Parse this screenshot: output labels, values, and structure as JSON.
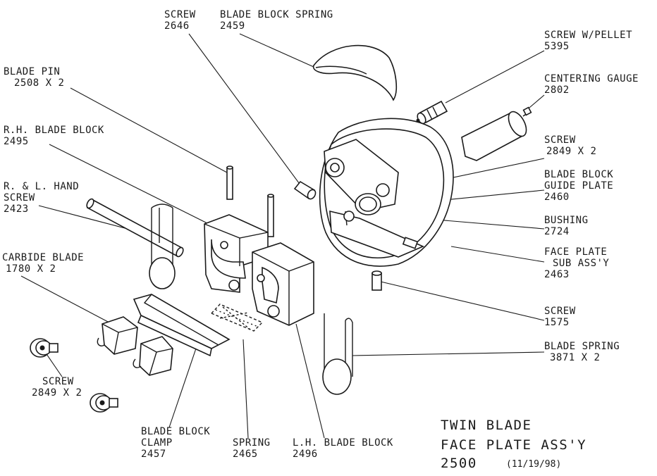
{
  "labels": {
    "screw_2646": {
      "name": "SCREW",
      "num": "2646"
    },
    "blade_block_spring": {
      "name": "BLADE BLOCK SPRING",
      "num": "2459"
    },
    "screw_pellet": {
      "name": "SCREW W/PELLET",
      "num": "5395"
    },
    "centering_gauge": {
      "name": "CENTERING GAUGE",
      "num": "2802"
    },
    "blade_pin": {
      "name": "BLADE PIN",
      "num": "2508 X 2"
    },
    "rh_blade_block": {
      "name": "R.H. BLADE BLOCK",
      "num": "2495"
    },
    "rl_hand_screw": {
      "name1": "R. & L. HAND",
      "name2": "SCREW",
      "num": "2423"
    },
    "screw_2849_top": {
      "name": "SCREW",
      "num": "2849 X 2"
    },
    "guide_plate": {
      "name1": "BLADE BLOCK",
      "name2": "GUIDE PLATE",
      "num": "2460"
    },
    "bushing": {
      "name": "BUSHING",
      "num": "2724"
    },
    "face_plate_sub": {
      "name1": "FACE PLATE",
      "name2": "SUB ASS'Y",
      "num": "2463"
    },
    "carbide_blade": {
      "name": "CARBIDE BLADE",
      "num": "1780 X 2"
    },
    "screw_1575": {
      "name": "SCREW",
      "num": "1575"
    },
    "blade_spring": {
      "name": "BLADE SPRING",
      "num": "3871 X 2"
    },
    "screw_2849_bottom": {
      "name": "SCREW",
      "num": "2849 X 2"
    },
    "blade_block_clamp": {
      "name1": "BLADE BLOCK",
      "name2": "CLAMP",
      "num": "2457"
    },
    "spring_2465": {
      "name": "SPRING",
      "num": "2465"
    },
    "lh_blade_block": {
      "name": "L.H. BLADE BLOCK",
      "num": "2496"
    }
  },
  "title": {
    "line1": "TWIN BLADE",
    "line2": "FACE PLATE ASS'Y",
    "number": "2500",
    "date": "(11/19/98)"
  }
}
